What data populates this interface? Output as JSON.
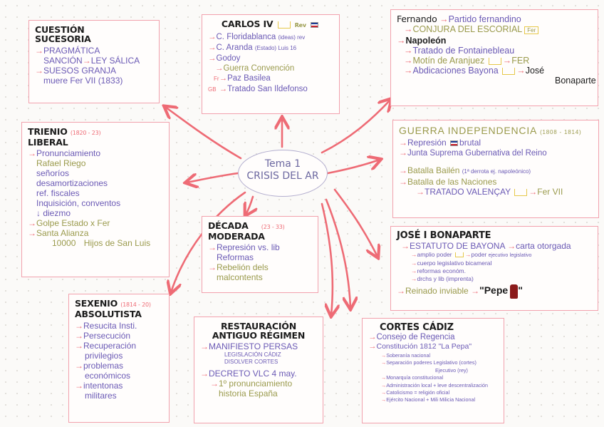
{
  "center": {
    "line1": "Tema 1",
    "line2": "CRISIS DEL AR"
  },
  "colors": {
    "accent": "#ee6b75",
    "purple": "#6b5ab5",
    "olive": "#9a9a4c",
    "border": "#f2a1ad"
  },
  "cuestion": {
    "title1": "CUESTIÓN",
    "title2": "SUCESORIA",
    "l1": "PRAGMÁTICA",
    "l2a": "SANCIÓN",
    "l2b": "LEY SÁLICA",
    "l3": "SUESOS GRANJA",
    "l4": "muere Fer VII (1833)"
  },
  "carlos": {
    "title": "CARLOS IV",
    "rev": "Rev",
    "i1": "C. Floridablanca",
    "i1n": "(ideas) rev",
    "i2": "C. Aranda",
    "i2n": "(Estado) Luis 16",
    "i3": "Godoy",
    "i4": "Guerra Convención",
    "i5": "Paz Basilea",
    "i5pre": "Fr",
    "i6": "Tratado San Ildefonso",
    "i6pre": "GB"
  },
  "fernando": {
    "l1a": "Fernando",
    "l1b": "Partido fernandino",
    "l2": "CONJURA DEL ESCORIAL",
    "l2n": "Fer",
    "l3": "Napoleón",
    "l4": "Tratado de Fontainebleau",
    "l5": "Motín de Aranjuez",
    "l5b": "FER",
    "l6": "Abdicaciones Bayona",
    "l6b": "José",
    "l7": "Bonaparte"
  },
  "trienio": {
    "title1": "TRIENIO",
    "years": "(1820 - 23)",
    "title2": "LIBERAL",
    "l1": "Pronunciamiento",
    "l2": "Rafael Riego",
    "l3": "señoríos",
    "l4": "desamortizaciones",
    "l5": "ref. fiscales",
    "l6": "Inquisición, conventos",
    "l7": "↓ diezmo",
    "l8": "Golpe Estado x Fer",
    "l9": "Santa Alianza",
    "l10a": "10000",
    "l10b": "Hijos de San Luis"
  },
  "guerra": {
    "title": "GUERRA INDEPENDENCIA",
    "years": "(1808 - 1814)",
    "l1": "Represión",
    "l1b": "brutal",
    "l2": "Junta Suprema Gubernativa del Reino",
    "l3": "Batalla Bailén",
    "l3n": "(1ª derrota ej. napoleónico)",
    "l4": "Batalla de las Naciones",
    "l5": "TRATADO VALENÇAY",
    "l5b": "Fer VII"
  },
  "decada": {
    "title1": "DÉCADA",
    "years": "(23 - 33)",
    "title2": "MODERADA",
    "l1": "Represión vs. lib",
    "l2": "Reformas",
    "l3": "Rebelión dels",
    "l4": "malcontents"
  },
  "jose": {
    "title": "JOSÉ I BONAPARTE",
    "l1": "ESTATUTO DE BAYONA",
    "l1b": "carta otorgada",
    "l2": "amplio poder",
    "l2b": "poder",
    "l2c": "ejecutivo",
    "l2d": "legislativo",
    "l3": "cuerpo legislativo bicameral",
    "l4": "reformas económ.",
    "l5": "drchs y lib (imprenta)",
    "l6": "Reinado inviable",
    "l6b": "\"Pepe",
    "l6c": "\""
  },
  "sexenio": {
    "title1": "SEXENIO",
    "years": "(1814 - 20)",
    "title2": "ABSOLUTISTA",
    "l1": "Resucita Insti.",
    "l2": "Persecución",
    "l3": "Recuperación",
    "l4": "privilegios",
    "l5": "problemas",
    "l6": "económicos",
    "l7": "intentonas",
    "l8": "militares"
  },
  "restauracion": {
    "title1": "RESTAURACIÓN",
    "title2": "ANTIGUO RÉGIMEN",
    "l1": "MANIFIESTO PERSAS",
    "l2": "LEGISLACIÓN CÁDIZ",
    "l3": "DISOLVER CORTES",
    "l4": "DECRETO VLC 4 may.",
    "l5": "1º pronunciamiento",
    "l6": "historia España"
  },
  "cortes": {
    "title": "CORTES CÁDIZ",
    "l1": "Consejo de Regencia",
    "l2": "Constitución 1812 \"La Pepa\"",
    "l3": "Soberanía nacional",
    "l4": "Separación poderes",
    "l4b": "Legislativo (cortes)",
    "l4c": "Ejecutivo (rey)",
    "l5": "Monarquía constitucional",
    "l6": "Administración local + leve descentralización",
    "l7": "Catolicismo = religión oficial",
    "l8": "Ejército Nacional",
    "l8b": "Milicia Nacional",
    "l8c": "+ Mili"
  }
}
